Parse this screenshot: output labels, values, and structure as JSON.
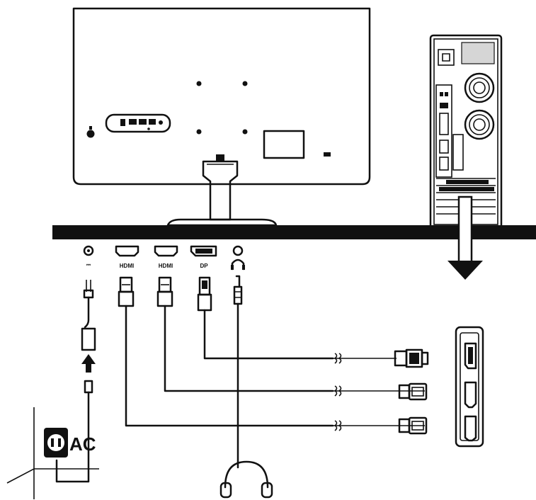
{
  "ports": {
    "dc_symbol": "⎓",
    "hdmi1": "HDMI",
    "hdmi2": "HDMI",
    "dp": "DP",
    "headphone_icon": "headphone-icon"
  },
  "power": {
    "ac_label": "AC"
  },
  "icons": [
    "power-jack-icon",
    "headphone-icon",
    "arrow-up-icon",
    "arrow-down-icon",
    "power-outlet-icon",
    "fan-icon"
  ],
  "colors": {
    "line": "#111111",
    "background": "#ffffff"
  }
}
